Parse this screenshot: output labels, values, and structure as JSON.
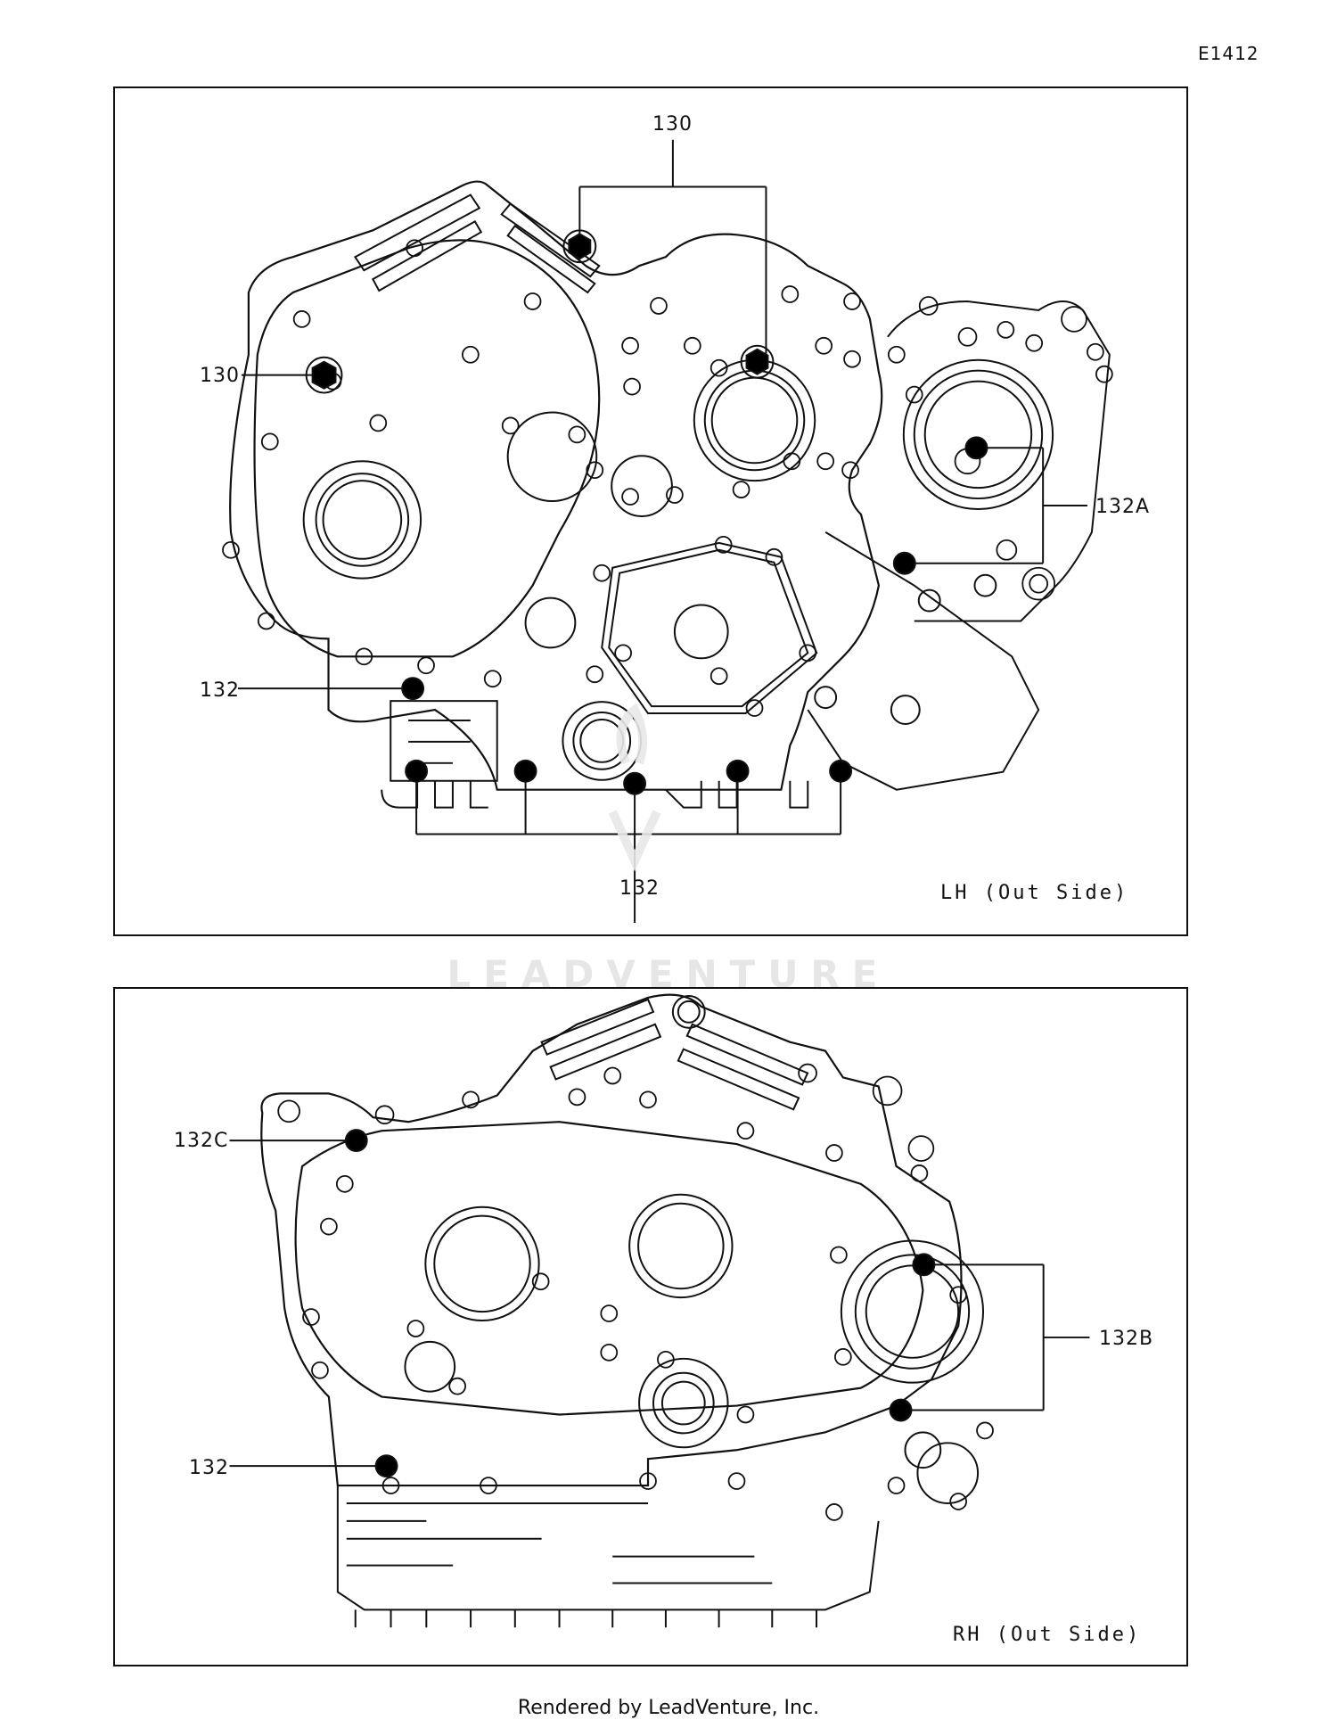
{
  "header": {
    "diagram_code": "E1412"
  },
  "panels": [
    {
      "view_label": "LH (Out Side)",
      "callouts": [
        {
          "label": "130",
          "position": "top",
          "plug_count": 2
        },
        {
          "label": "130",
          "position": "left",
          "plug_count": 1
        },
        {
          "label": "132A",
          "position": "right",
          "plug_count": 2
        },
        {
          "label": "132",
          "position": "left",
          "plug_count": 1
        },
        {
          "label": "132",
          "position": "bottom",
          "plug_count": 5
        }
      ]
    },
    {
      "view_label": "RH (Out Side)",
      "callouts": [
        {
          "label": "132C",
          "position": "left-top",
          "plug_count": 1
        },
        {
          "label": "132B",
          "position": "right",
          "plug_count": 2
        },
        {
          "label": "132",
          "position": "left-bottom",
          "plug_count": 1
        }
      ]
    }
  ],
  "watermark": "LEADVENTURE",
  "footer": {
    "text": "Rendered by LeadVenture, Inc."
  },
  "colors": {
    "line": "#111111",
    "plug_fill": "#000000",
    "watermark": "#e6e6e6",
    "background": "#ffffff"
  }
}
